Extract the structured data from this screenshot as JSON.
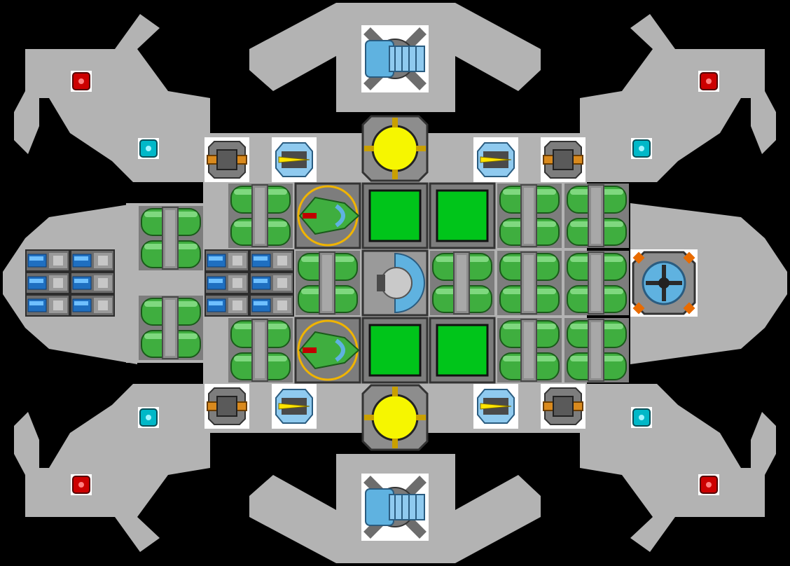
{
  "scene": {
    "name": "ship-blueprint",
    "colors": {
      "background": "#000000",
      "hull": "#b3b3b3",
      "pad": "#ffffff",
      "tank_green": "#3fae3f",
      "tank_green_dark": "#237a23",
      "pipe_grey": "#8a8a8a",
      "panel_green": "#00c51a",
      "reactor_yellow": "#f6f600",
      "thruster_blue": "#5fb2e0",
      "node_red": "#cc0000",
      "node_cyan": "#00b8c8",
      "gun_orange": "#d98a1e",
      "laser_yellow": "#ffe400",
      "battery_blue": "#2f8fe0"
    },
    "components": [
      {
        "type": "thruster",
        "icon": "thruster-icon"
      },
      {
        "type": "reactor",
        "icon": "reactor-icon"
      },
      {
        "type": "fuel-tank",
        "icon": "fuel-tank-icon"
      },
      {
        "type": "power-panel",
        "icon": "power-panel-icon"
      },
      {
        "type": "cockpit",
        "icon": "cockpit-icon"
      },
      {
        "type": "fighter-bay",
        "icon": "fighter-icon"
      },
      {
        "type": "battery",
        "icon": "battery-icon"
      },
      {
        "type": "cannon",
        "icon": "cannon-icon"
      },
      {
        "type": "laser-turret",
        "icon": "laser-icon"
      },
      {
        "type": "shield-generator",
        "icon": "shield-icon"
      },
      {
        "type": "armor-node-red",
        "icon": "red-node-icon"
      },
      {
        "type": "armor-node-cyan",
        "icon": "cyan-node-icon"
      }
    ]
  }
}
